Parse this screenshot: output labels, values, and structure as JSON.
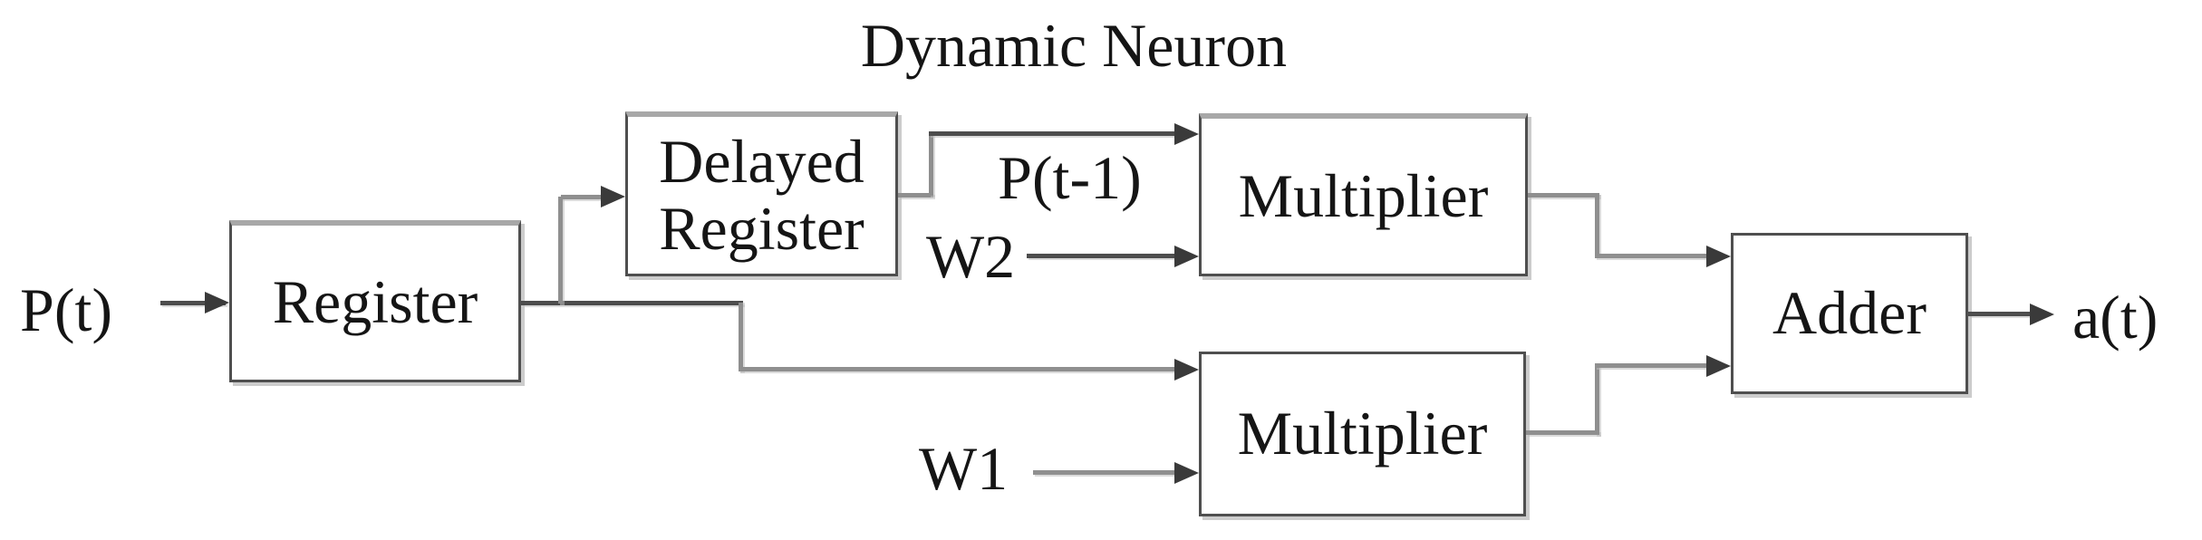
{
  "diagram": {
    "title": "Dynamic Neuron",
    "blocks": {
      "register": "Register",
      "delayed_register": "Delayed Register",
      "multiplier_top": "Multiplier",
      "multiplier_bottom": "Multiplier",
      "adder": "Adder"
    },
    "signals": {
      "input": "P(t)",
      "delayed_input": "P(t-1)",
      "weight2": "W2",
      "weight1": "W1",
      "output": "a(t)"
    },
    "colors": {
      "background": "#ffffff",
      "text": "#151515",
      "box_border": "#4f4f4f",
      "box_top_highlight": "#a8a8a8",
      "box_shadow": "#cccccc",
      "line": "#8f8f8f",
      "line_dark": "#4d4d4d",
      "arrow": "#3a3a3a"
    }
  }
}
